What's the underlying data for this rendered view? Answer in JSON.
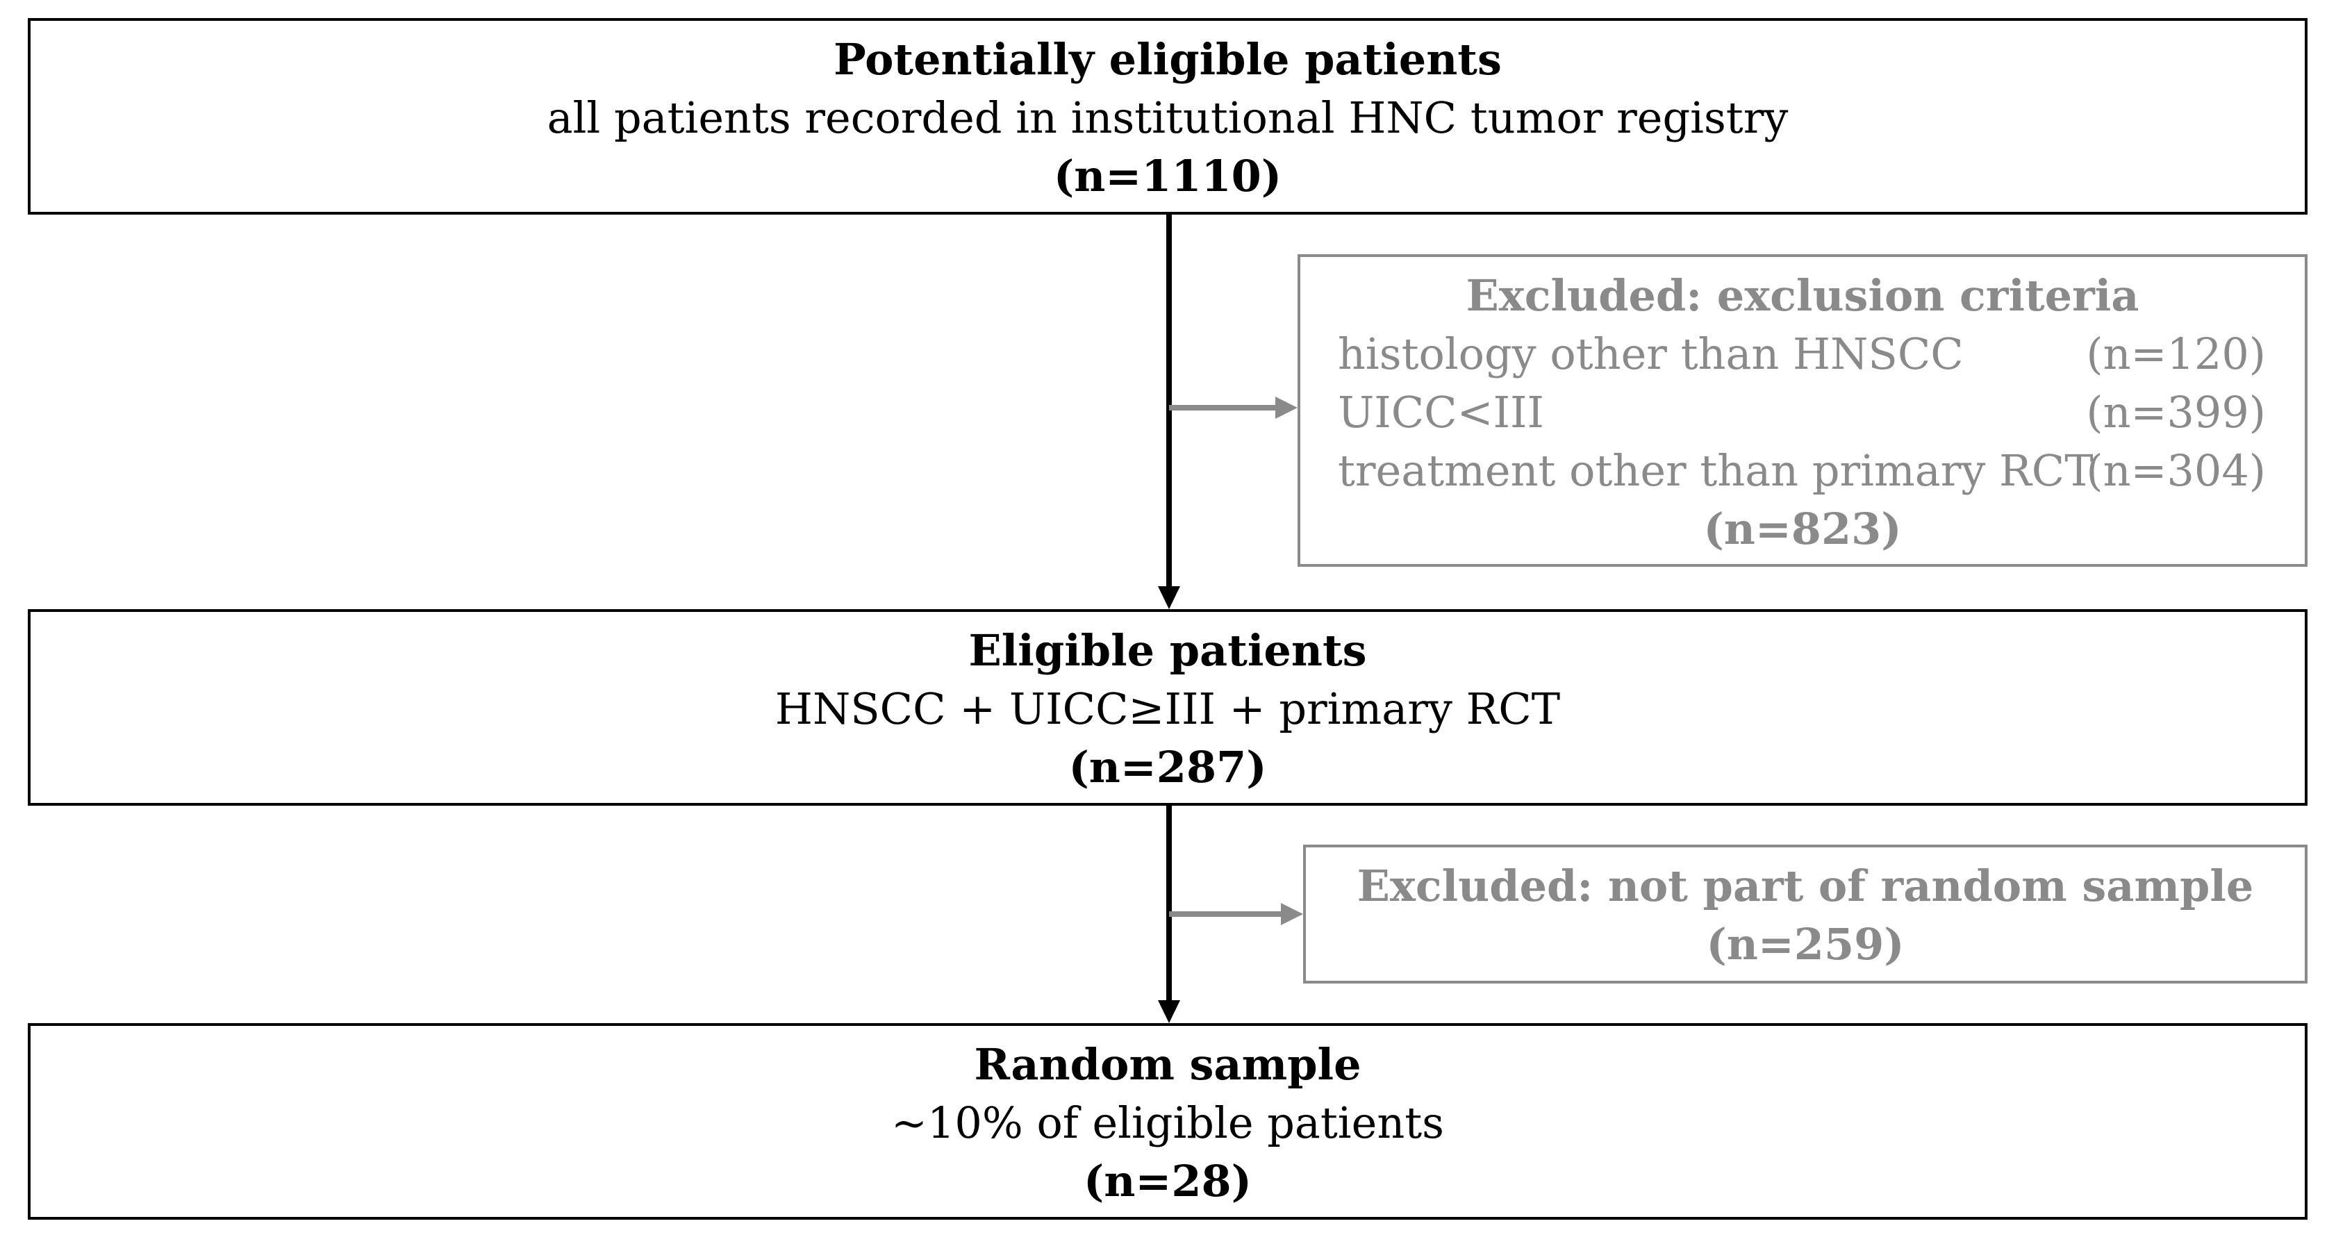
{
  "box1": {
    "title": "Potentially eligible patients",
    "description": "all patients recorded in institutional HNC tumor registry",
    "count": "(n=1110)"
  },
  "exclusion1": {
    "title": "Excluded: exclusion criteria",
    "criteria": [
      {
        "label": "histology other than HNSCC",
        "count": "(n=120)"
      },
      {
        "label": "UICC<III",
        "count": "(n=399)"
      },
      {
        "label": "treatment other than primary RCT",
        "count": "(n=304)"
      }
    ],
    "total": "(n=823)"
  },
  "box2": {
    "title": "Eligible patients",
    "description": "HNSCC + UICC≥III + primary RCT",
    "count": "(n=287)"
  },
  "exclusion2": {
    "title": "Excluded: not part of random sample",
    "count": "(n=259)"
  },
  "box3": {
    "title": "Random sample",
    "description": "~10% of eligible patients",
    "count": "(n=28)"
  },
  "colors": {
    "main_border": "#000000",
    "excluded": "#8a8a8a"
  }
}
